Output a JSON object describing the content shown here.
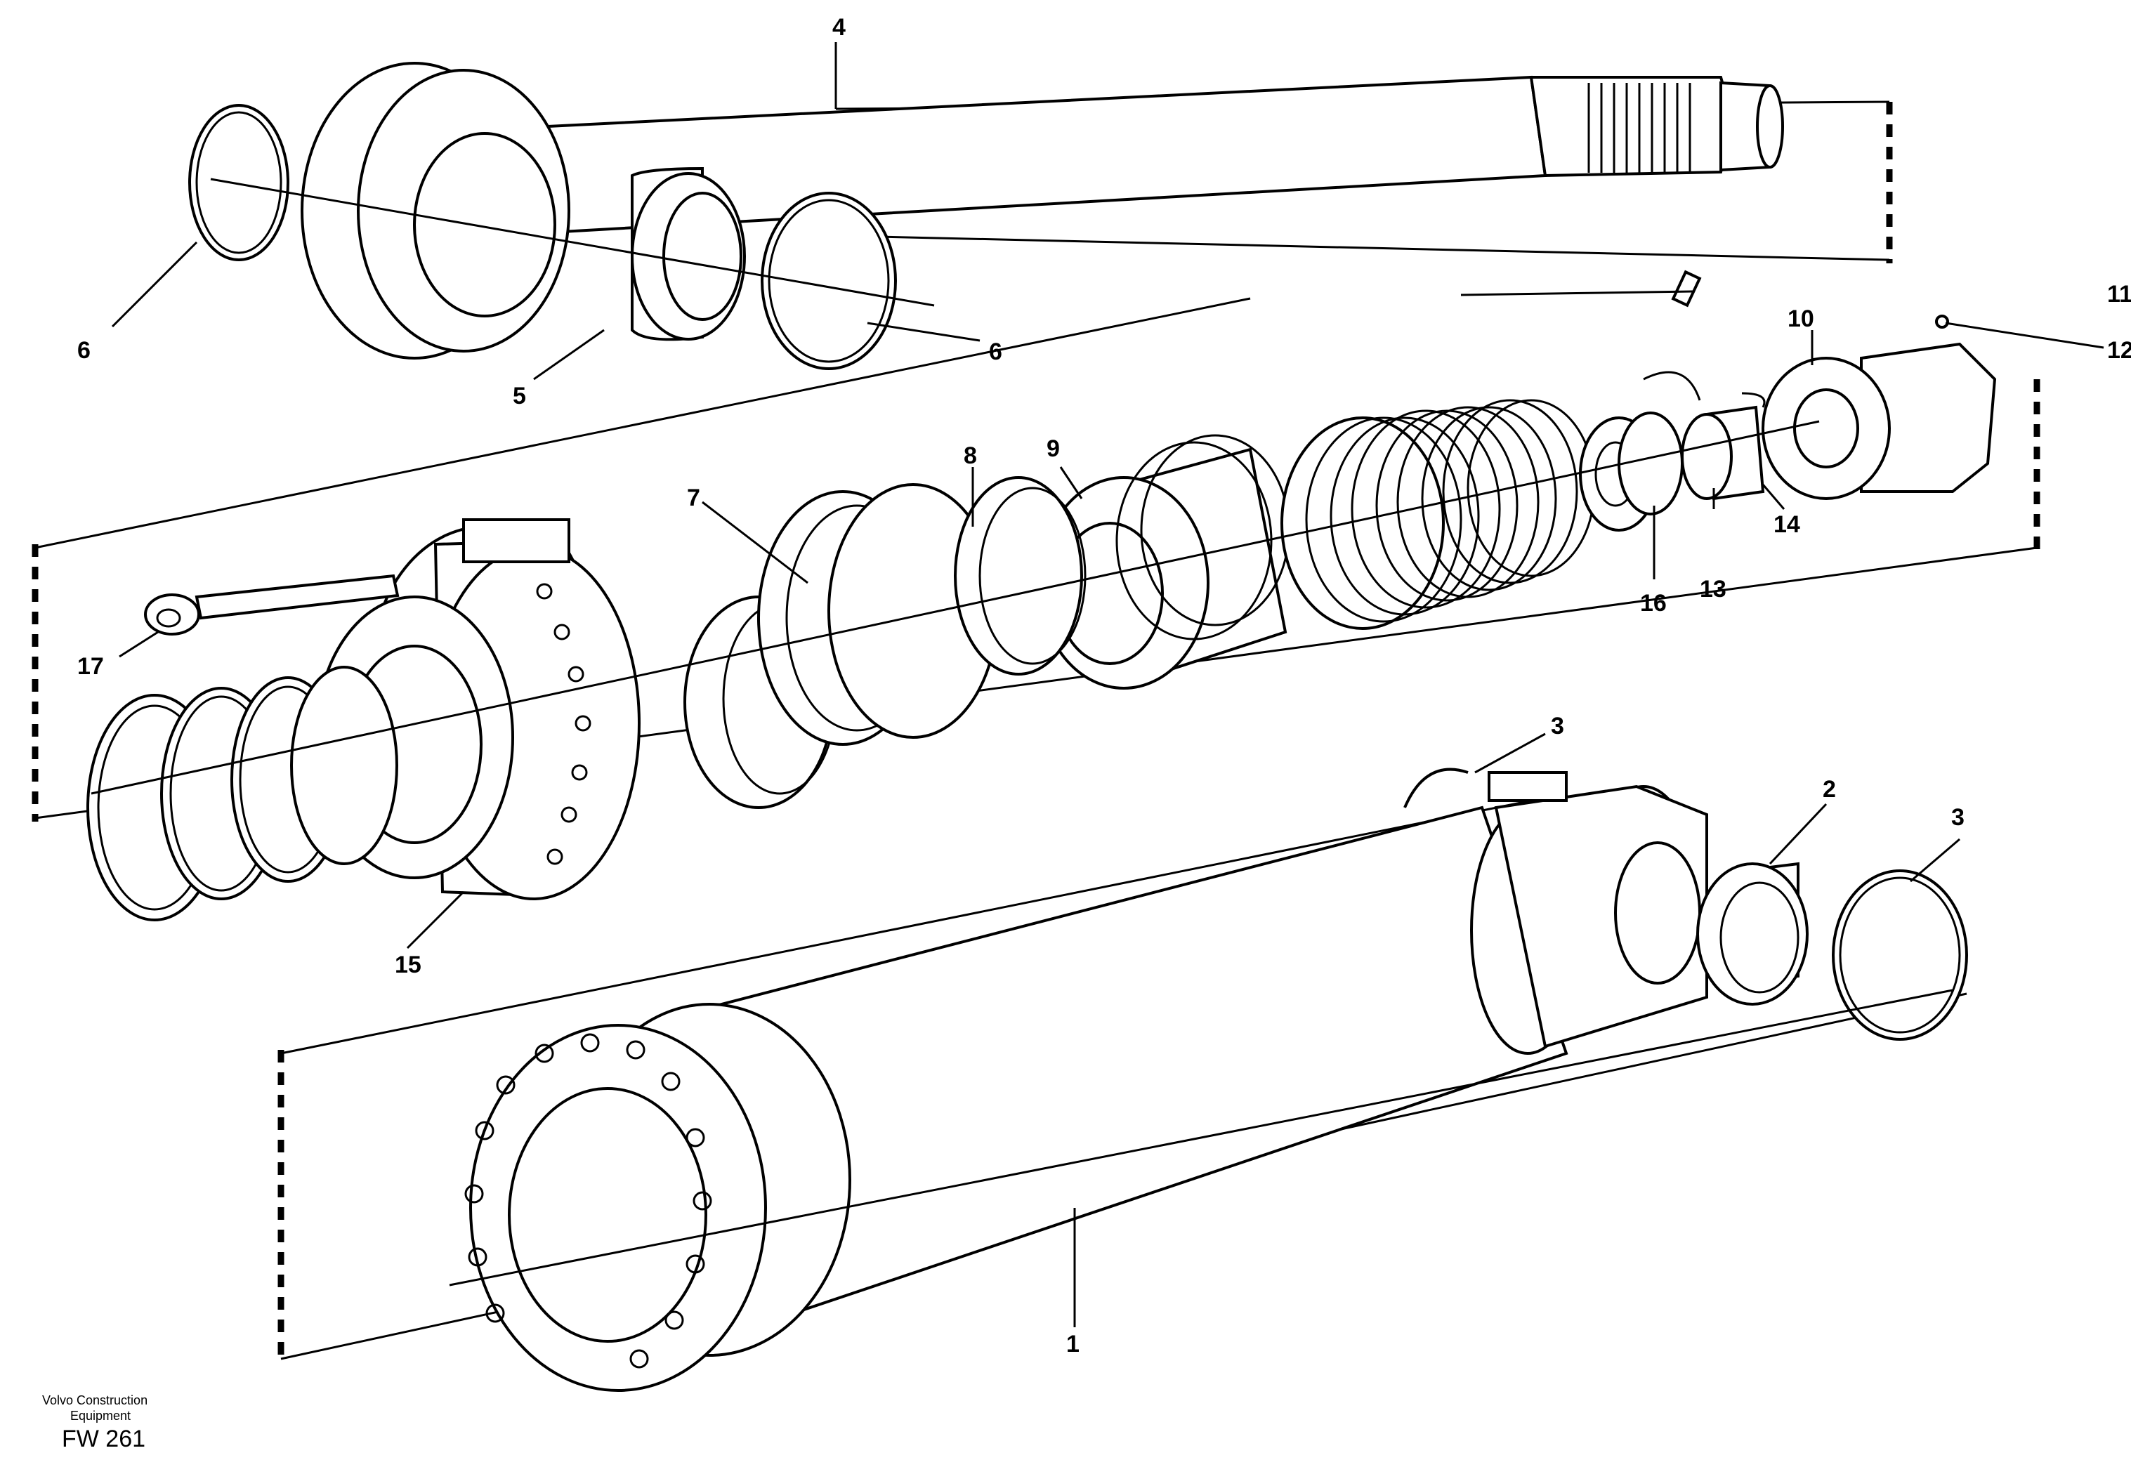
{
  "diagram": {
    "callouts": [
      "1",
      "2",
      "3",
      "3",
      "4",
      "5",
      "6",
      "6",
      "7",
      "8",
      "9",
      "10",
      "11",
      "12",
      "13",
      "14",
      "15",
      "16",
      "17"
    ]
  },
  "footer": {
    "brand_line1": "Volvo Construction",
    "brand_line2": "Equipment",
    "code": "FW 261"
  }
}
